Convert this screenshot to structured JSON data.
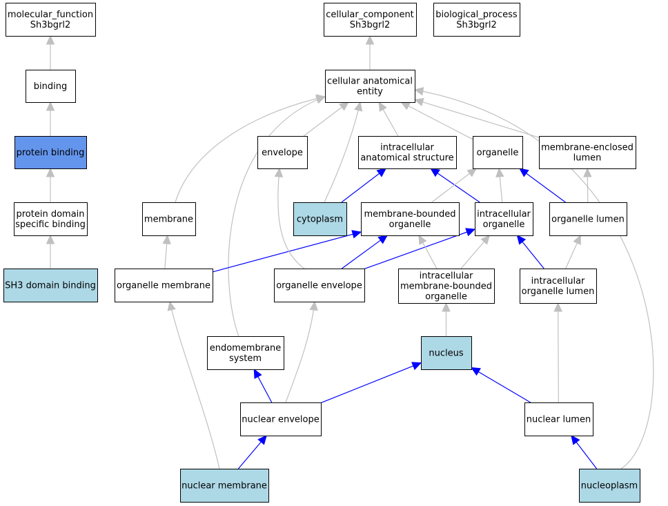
{
  "colors": {
    "default_fill": "#ffffff",
    "annotated_fill": "#add8e6",
    "highlight_fill": "#6495ed",
    "is_a_edge": "#c0c0c0",
    "part_of_edge": "#0000ff"
  },
  "nodes": [
    {
      "id": "molecular_function",
      "lines": [
        "molecular_function",
        "Sh3bgrl2"
      ],
      "fill": "default"
    },
    {
      "id": "binding",
      "lines": [
        "binding"
      ],
      "fill": "default"
    },
    {
      "id": "protein_binding",
      "lines": [
        "protein binding"
      ],
      "fill": "highlight"
    },
    {
      "id": "protein_domain_specific_binding",
      "lines": [
        "protein domain",
        "specific binding"
      ],
      "fill": "default"
    },
    {
      "id": "sh3_domain_binding",
      "lines": [
        "SH3 domain binding"
      ],
      "fill": "annotated"
    },
    {
      "id": "cellular_component",
      "lines": [
        "cellular_component",
        "Sh3bgrl2"
      ],
      "fill": "default"
    },
    {
      "id": "biological_process",
      "lines": [
        "biological_process",
        "Sh3bgrl2"
      ],
      "fill": "default"
    },
    {
      "id": "cellular_anatomical_entity",
      "lines": [
        "cellular anatomical",
        "entity"
      ],
      "fill": "default"
    },
    {
      "id": "envelope",
      "lines": [
        "envelope"
      ],
      "fill": "default"
    },
    {
      "id": "intracellular_anatomical_structure",
      "lines": [
        "intracellular",
        "anatomical structure"
      ],
      "fill": "default"
    },
    {
      "id": "organelle",
      "lines": [
        "organelle"
      ],
      "fill": "default"
    },
    {
      "id": "membrane_enclosed_lumen",
      "lines": [
        "membrane-enclosed",
        "lumen"
      ],
      "fill": "default"
    },
    {
      "id": "membrane",
      "lines": [
        "membrane"
      ],
      "fill": "default"
    },
    {
      "id": "cytoplasm",
      "lines": [
        "cytoplasm"
      ],
      "fill": "annotated"
    },
    {
      "id": "membrane_bounded_organelle",
      "lines": [
        "membrane-bounded",
        "organelle"
      ],
      "fill": "default"
    },
    {
      "id": "intracellular_organelle",
      "lines": [
        "intracellular",
        "organelle"
      ],
      "fill": "default"
    },
    {
      "id": "organelle_lumen",
      "lines": [
        "organelle lumen"
      ],
      "fill": "default"
    },
    {
      "id": "organelle_membrane",
      "lines": [
        "organelle membrane"
      ],
      "fill": "default"
    },
    {
      "id": "organelle_envelope",
      "lines": [
        "organelle envelope"
      ],
      "fill": "default"
    },
    {
      "id": "intracellular_membrane_bounded_organelle",
      "lines": [
        "intracellular",
        "membrane-bounded",
        "organelle"
      ],
      "fill": "default"
    },
    {
      "id": "intracellular_organelle_lumen",
      "lines": [
        "intracellular",
        "organelle lumen"
      ],
      "fill": "default"
    },
    {
      "id": "endomembrane_system",
      "lines": [
        "endomembrane",
        "system"
      ],
      "fill": "default"
    },
    {
      "id": "nucleus",
      "lines": [
        "nucleus"
      ],
      "fill": "annotated"
    },
    {
      "id": "nuclear_envelope",
      "lines": [
        "nuclear envelope"
      ],
      "fill": "default"
    },
    {
      "id": "nuclear_lumen",
      "lines": [
        "nuclear lumen"
      ],
      "fill": "default"
    },
    {
      "id": "nuclear_membrane",
      "lines": [
        "nuclear membrane"
      ],
      "fill": "annotated"
    },
    {
      "id": "nucleoplasm",
      "lines": [
        "nucleoplasm"
      ],
      "fill": "annotated"
    }
  ],
  "edges": [
    {
      "from": "binding",
      "to": "molecular_function",
      "type": "is_a"
    },
    {
      "from": "protein_binding",
      "to": "binding",
      "type": "is_a"
    },
    {
      "from": "protein_domain_specific_binding",
      "to": "protein_binding",
      "type": "is_a"
    },
    {
      "from": "sh3_domain_binding",
      "to": "protein_domain_specific_binding",
      "type": "is_a"
    },
    {
      "from": "cellular_anatomical_entity",
      "to": "cellular_component",
      "type": "is_a"
    },
    {
      "from": "envelope",
      "to": "cellular_anatomical_entity",
      "type": "is_a"
    },
    {
      "from": "intracellular_anatomical_structure",
      "to": "cellular_anatomical_entity",
      "type": "is_a"
    },
    {
      "from": "organelle",
      "to": "cellular_anatomical_entity",
      "type": "is_a"
    },
    {
      "from": "membrane_enclosed_lumen",
      "to": "cellular_anatomical_entity",
      "type": "is_a"
    },
    {
      "from": "membrane",
      "to": "cellular_anatomical_entity",
      "type": "is_a"
    },
    {
      "from": "cytoplasm",
      "to": "cellular_anatomical_entity",
      "type": "is_a"
    },
    {
      "from": "endomembrane_system",
      "to": "cellular_anatomical_entity",
      "type": "is_a"
    },
    {
      "from": "nucleoplasm",
      "to": "cellular_anatomical_entity",
      "type": "is_a"
    },
    {
      "from": "cytoplasm",
      "to": "intracellular_anatomical_structure",
      "type": "part_of"
    },
    {
      "from": "intracellular_organelle",
      "to": "intracellular_anatomical_structure",
      "type": "part_of"
    },
    {
      "from": "membrane_bounded_organelle",
      "to": "organelle",
      "type": "is_a"
    },
    {
      "from": "intracellular_organelle",
      "to": "organelle",
      "type": "is_a"
    },
    {
      "from": "organelle_lumen",
      "to": "organelle",
      "type": "part_of"
    },
    {
      "from": "organelle_lumen",
      "to": "membrane_enclosed_lumen",
      "type": "is_a"
    },
    {
      "from": "organelle_membrane",
      "to": "membrane",
      "type": "is_a"
    },
    {
      "from": "organelle_membrane",
      "to": "membrane_bounded_organelle",
      "type": "part_of"
    },
    {
      "from": "organelle_envelope",
      "to": "envelope",
      "type": "is_a"
    },
    {
      "from": "organelle_envelope",
      "to": "membrane_bounded_organelle",
      "type": "part_of"
    },
    {
      "from": "organelle_envelope",
      "to": "intracellular_organelle",
      "type": "part_of"
    },
    {
      "from": "intracellular_membrane_bounded_organelle",
      "to": "membrane_bounded_organelle",
      "type": "is_a"
    },
    {
      "from": "intracellular_membrane_bounded_organelle",
      "to": "intracellular_organelle",
      "type": "is_a"
    },
    {
      "from": "intracellular_organelle_lumen",
      "to": "intracellular_organelle",
      "type": "part_of"
    },
    {
      "from": "intracellular_organelle_lumen",
      "to": "organelle_lumen",
      "type": "is_a"
    },
    {
      "from": "nucleus",
      "to": "intracellular_membrane_bounded_organelle",
      "type": "is_a"
    },
    {
      "from": "nuclear_envelope",
      "to": "endomembrane_system",
      "type": "part_of"
    },
    {
      "from": "nuclear_envelope",
      "to": "organelle_envelope",
      "type": "is_a"
    },
    {
      "from": "nuclear_envelope",
      "to": "nucleus",
      "type": "part_of"
    },
    {
      "from": "nuclear_lumen",
      "to": "nucleus",
      "type": "part_of"
    },
    {
      "from": "nuclear_lumen",
      "to": "intracellular_organelle_lumen",
      "type": "is_a"
    },
    {
      "from": "nuclear_membrane",
      "to": "nuclear_envelope",
      "type": "part_of"
    },
    {
      "from": "nuclear_membrane",
      "to": "organelle_membrane",
      "type": "is_a"
    },
    {
      "from": "nucleoplasm",
      "to": "nuclear_lumen",
      "type": "part_of"
    }
  ]
}
